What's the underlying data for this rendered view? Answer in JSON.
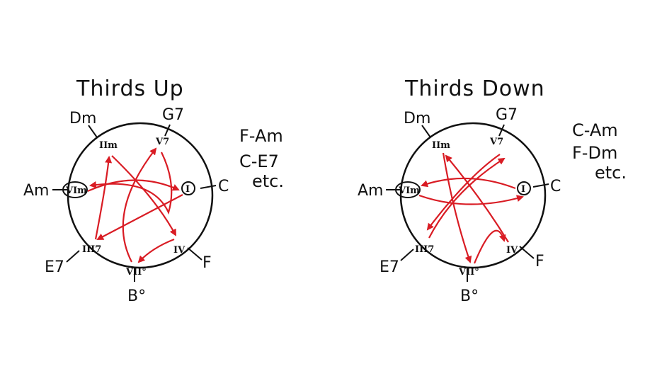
{
  "colors": {
    "ink": "#111111",
    "arrow": "#d91c24",
    "background": "#ffffff"
  },
  "diagrams": [
    {
      "title": "Thirds Up",
      "chords": {
        "dm": "Dm",
        "g7": "G7",
        "c": "C",
        "f": "F",
        "b": "B°",
        "e7": "E7",
        "am": "Am"
      },
      "numerals": {
        "ii": "IIm",
        "v": "V7",
        "i": "I",
        "iv": "IV",
        "vii": "VII°",
        "iii": "III7",
        "vi": "VIm"
      },
      "notes": [
        "F-Am",
        "C-E7",
        "etc."
      ],
      "arrow_direction": "clockwise by thirds"
    },
    {
      "title": "Thirds Down",
      "chords": {
        "dm": "Dm",
        "g7": "G7",
        "c": "C",
        "f": "F",
        "b": "B°",
        "e7": "E7",
        "am": "Am"
      },
      "numerals": {
        "ii": "IIm",
        "v": "V7",
        "i": "I",
        "iv": "IV",
        "vii": "VII°",
        "iii": "III7",
        "vi": "VIm"
      },
      "notes": [
        "C-Am",
        "F-Dm",
        "etc."
      ],
      "arrow_direction": "counter-clockwise by thirds"
    }
  ]
}
